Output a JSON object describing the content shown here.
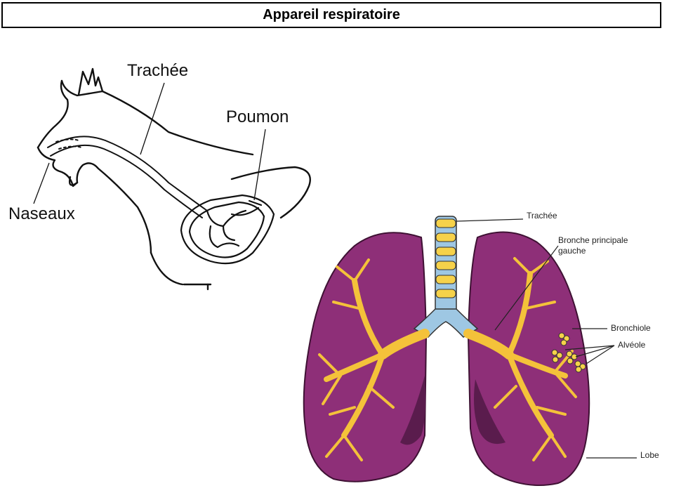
{
  "title": "Appareil respiratoire",
  "sketch_labels": {
    "trachea": "Trachée",
    "lung": "Poumon",
    "nostrils": "Naseaux"
  },
  "lung_labels": {
    "trachea": "Trachée",
    "main_bronchus_line1": "Bronche principale",
    "main_bronchus_line2": "gauche",
    "bronchiole": "Bronchiole",
    "alveole": "Alvéole",
    "lobe": "Lobe"
  },
  "colors": {
    "lung_fill": "#8e2f78",
    "lung_dark": "#5a1c4d",
    "bronchi": "#f4c23a",
    "trachea_cartilage": "#f6d24a",
    "trachea_ring": "#9ec7e3"
  }
}
